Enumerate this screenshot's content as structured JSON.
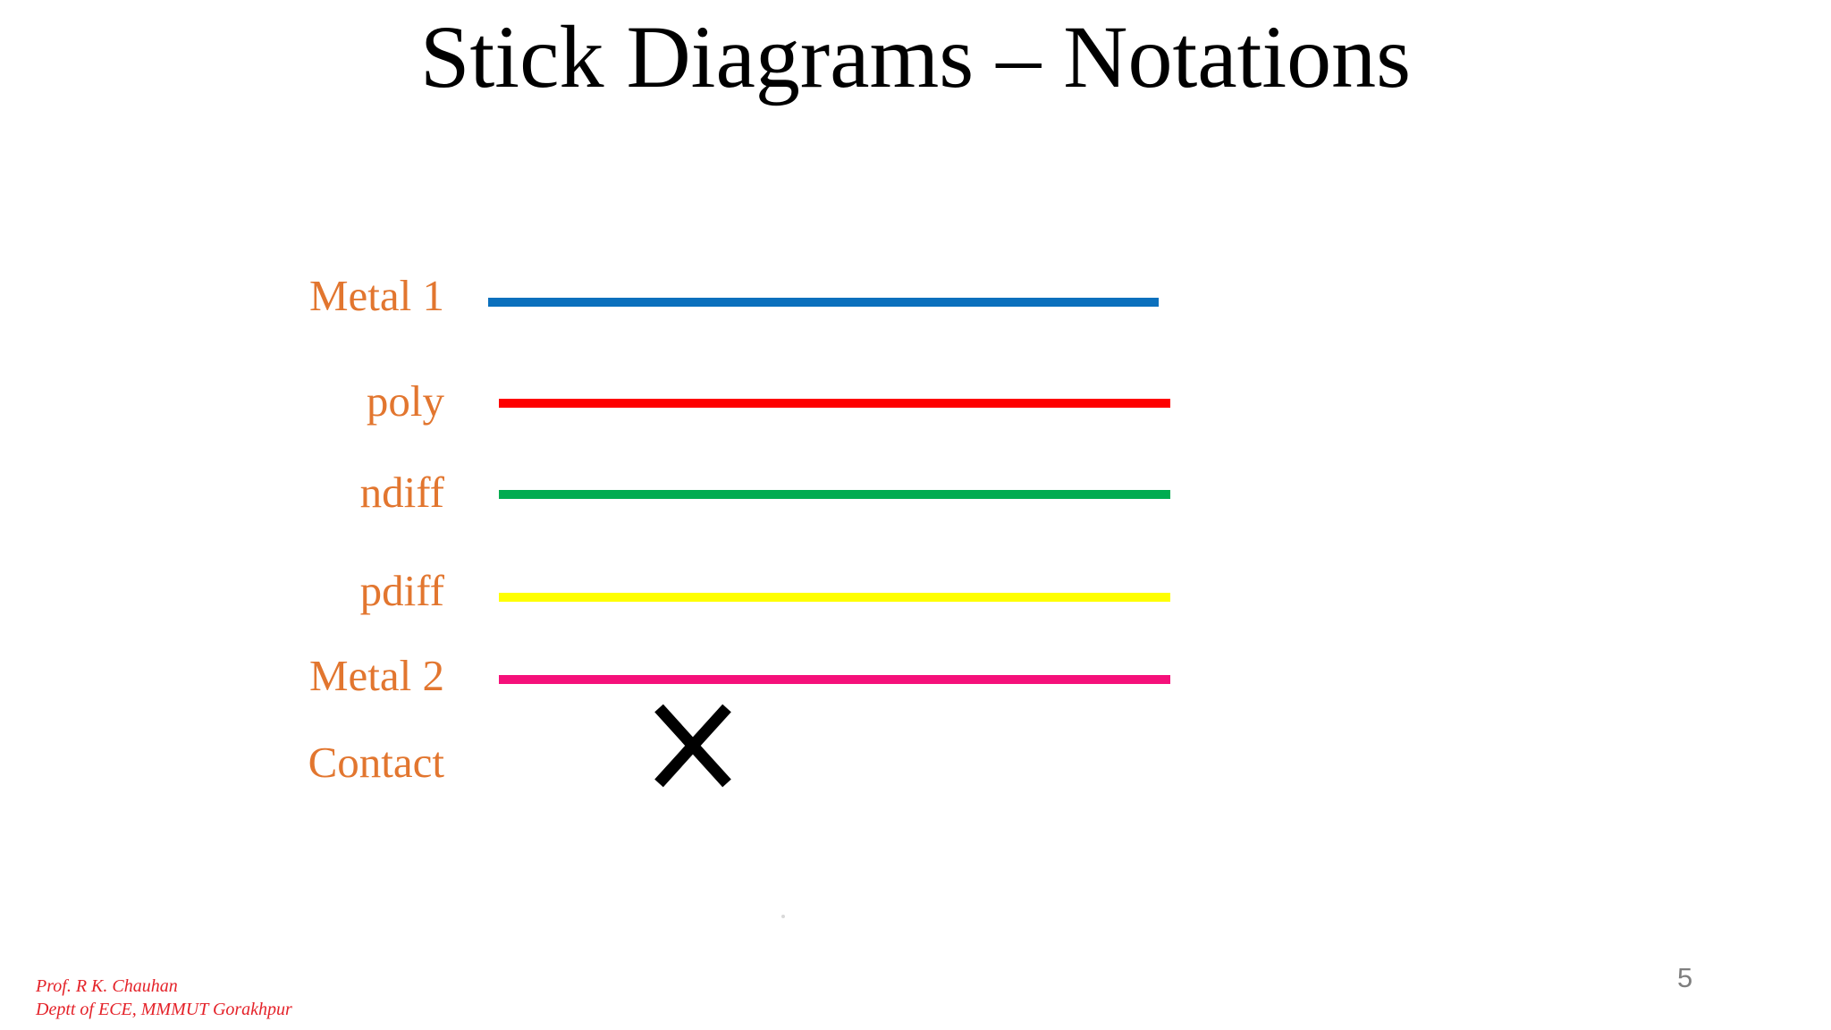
{
  "slide": {
    "title": "Stick Diagrams – Notations",
    "title_color": "#000000",
    "label_color": "#e2762f",
    "page_number": "5",
    "page_number_color": "#7f7f7f",
    "footer": {
      "line1": "Prof. R K. Chauhan",
      "line2": "Deptt of ECE, MMMUT Gorakhpur",
      "color": "#e42229"
    }
  },
  "notations": [
    {
      "label": "Metal 1",
      "symbol": "line",
      "color": "#0b70bd"
    },
    {
      "label": "poly",
      "symbol": "line",
      "color": "#fe0000"
    },
    {
      "label": "ndiff",
      "symbol": "line",
      "color": "#00ac50"
    },
    {
      "label": "pdiff",
      "symbol": "line",
      "color": "#ffff00"
    },
    {
      "label": "Metal 2",
      "symbol": "line",
      "color": "#f5107a"
    },
    {
      "label": "Contact",
      "symbol": "cross",
      "color": "#000000"
    }
  ]
}
